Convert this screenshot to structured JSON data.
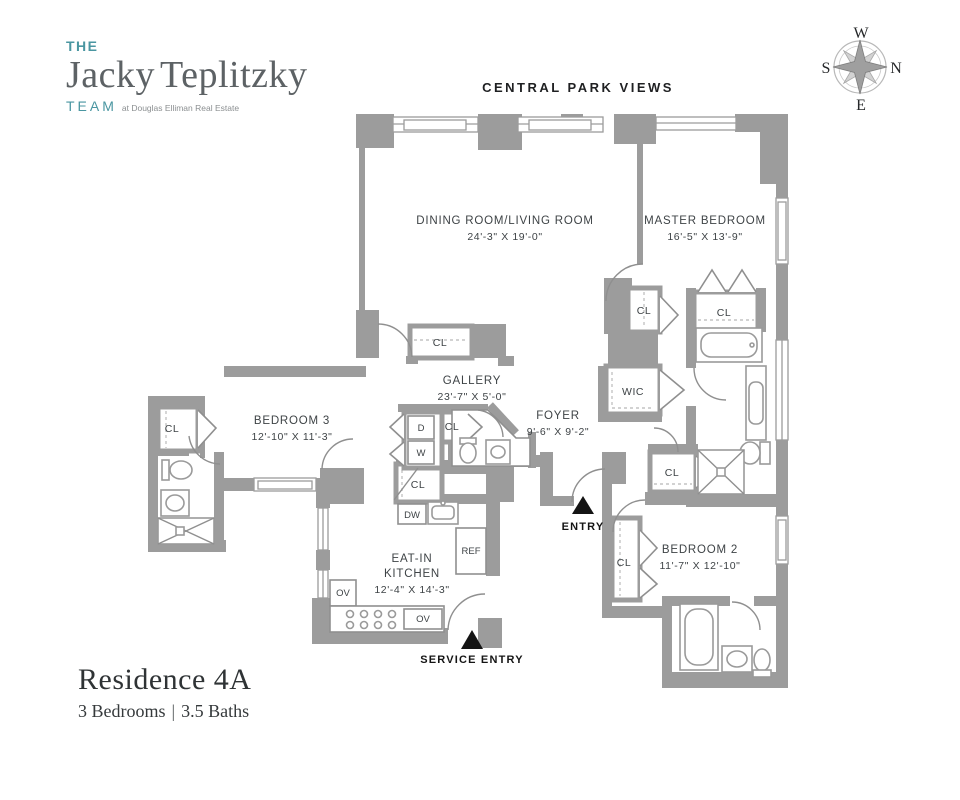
{
  "header": {
    "central_park_views": "CENTRAL PARK VIEWS"
  },
  "logo": {
    "the": "THE",
    "jacky": "Jacky",
    "teplitzky": "Teplitzky",
    "team": "TEAM",
    "tagline": "at Douglas Elliman Real Estate"
  },
  "compass": {
    "top": "W",
    "right": "N",
    "bottom": "E",
    "left": "S"
  },
  "residence": {
    "title": "Residence 4A",
    "bedrooms": "3 Bedrooms",
    "separator": "|",
    "baths": "3.5 Baths"
  },
  "rooms": {
    "living": {
      "name": "DINING ROOM/LIVING ROOM",
      "dims": "24'-3\" X 19'-0\""
    },
    "master": {
      "name": "MASTER BEDROOM",
      "dims": "16'-5\" X 13'-9\""
    },
    "bedroom3": {
      "name": "BEDROOM 3",
      "dims": "12'-10\" X 11'-3\""
    },
    "bedroom2": {
      "name": "BEDROOM 2",
      "dims": "11'-7\" X 12'-10\""
    },
    "gallery": {
      "name": "GALLERY",
      "dims": "23'-7\" X 5'-0\""
    },
    "foyer": {
      "name": "FOYER",
      "dims": "9'-6\" X 9'-2\""
    },
    "kitchen": {
      "line1": "EAT-IN",
      "line2": "KITCHEN",
      "dims": "12'-4\" X 14'-3\""
    }
  },
  "labels": {
    "cl": "CL",
    "wic": "WIC",
    "d": "D",
    "w": "W",
    "dw": "DW",
    "ref": "REF",
    "ov": "OV",
    "entry": "ENTRY",
    "service_entry": "SERVICE ENTRY"
  },
  "colors": {
    "wall": "#9c9c9c",
    "line": "#8f8f8f",
    "text": "#3e4346",
    "teal": "#4a96a1",
    "logo_gray": "#5d6265",
    "title": "#2f3335",
    "black": "#141414"
  }
}
